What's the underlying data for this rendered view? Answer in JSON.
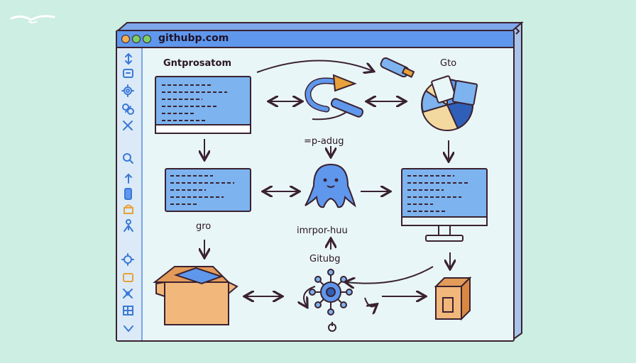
{
  "browser": {
    "url": "githubp.com"
  },
  "labels": {
    "top_left": "Gntprosatom",
    "top_right": "Gto",
    "middle_top": "=p-adug",
    "middle_left": "gro",
    "middle_center": "imrpor-huu",
    "bottom_center": "Gitubg"
  },
  "icons": {
    "sidebar": [
      "updown-arrow-icon",
      "chat-icon",
      "gear-icon",
      "link-icon",
      "cross-icon",
      "search-icon",
      "updown-arrow-icon",
      "phone-icon",
      "lock-icon",
      "person-icon",
      "gear-icon",
      "inbox-icon",
      "cross-icon",
      "grid-icon",
      "chevron-icon"
    ]
  },
  "colors": {
    "accent": "#5f97ec",
    "panel_fill": "#7db3ef",
    "ink": "#3a2230",
    "box_fill": "#f2b77a"
  }
}
